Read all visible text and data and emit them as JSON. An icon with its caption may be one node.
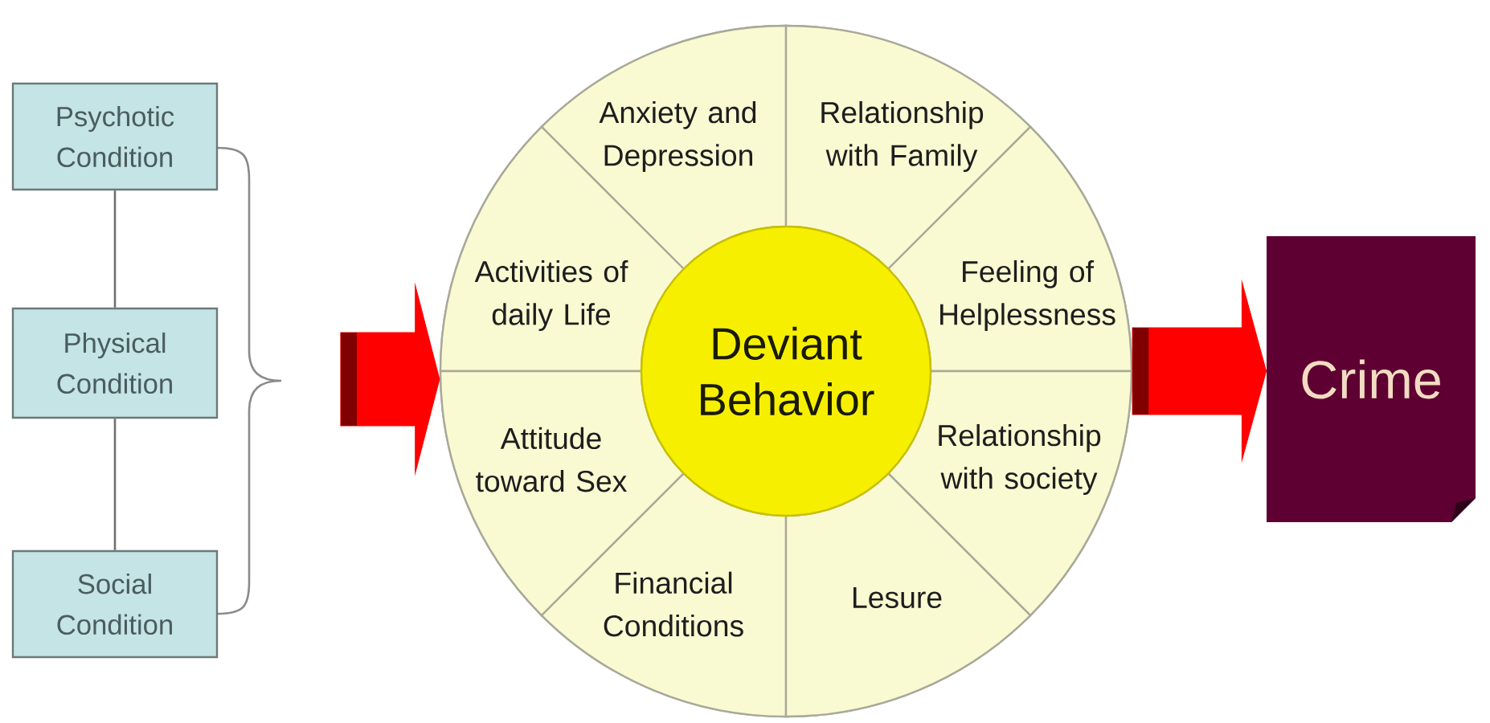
{
  "diagram": {
    "nodes": [
      {
        "text": [
          "Psychotic Condition"
        ]
      },
      {
        "text": [
          "Physical Condition"
        ]
      },
      {
        "text": [
          "Social Condition"
        ]
      },
      {
        "text": [],
        "shape": "circle"
      },
      {
        "text": [
          "Anxiety and Depression"
        ],
        "in": 3
      },
      {
        "text": [
          "Relationship with Family"
        ],
        "in": 3
      },
      {
        "text": [
          "Activities of daily Life"
        ],
        "in": 3
      },
      {
        "text": [
          "Feeling of Helplessness"
        ],
        "in": 3
      },
      {
        "text": [
          "Deviant Behavior"
        ],
        "in": 3
      },
      {
        "text": [
          "Attitude toward Sex"
        ],
        "in": 3
      },
      {
        "text": [
          "Relationship with society"
        ],
        "in": 3
      },
      {
        "text": [
          "Financial Conditions"
        ],
        "in": 3
      },
      {
        "text": [
          "Lesure"
        ],
        "in": 3
      },
      {
        "text": [
          "Crime"
        ]
      }
    ],
    "edges": [
      {
        "from": 0,
        "to": 1,
        "arrow": "none"
      },
      {
        "from": 1,
        "to": 2,
        "arrow": "none"
      },
      {
        "from": null,
        "to": 3,
        "arrow": "to",
        "style": "thick",
        "color": "#ff0000"
      },
      {
        "from": 3,
        "to": 13,
        "arrow": "to",
        "style": "thick",
        "color": "#ff0000"
      }
    ]
  }
}
